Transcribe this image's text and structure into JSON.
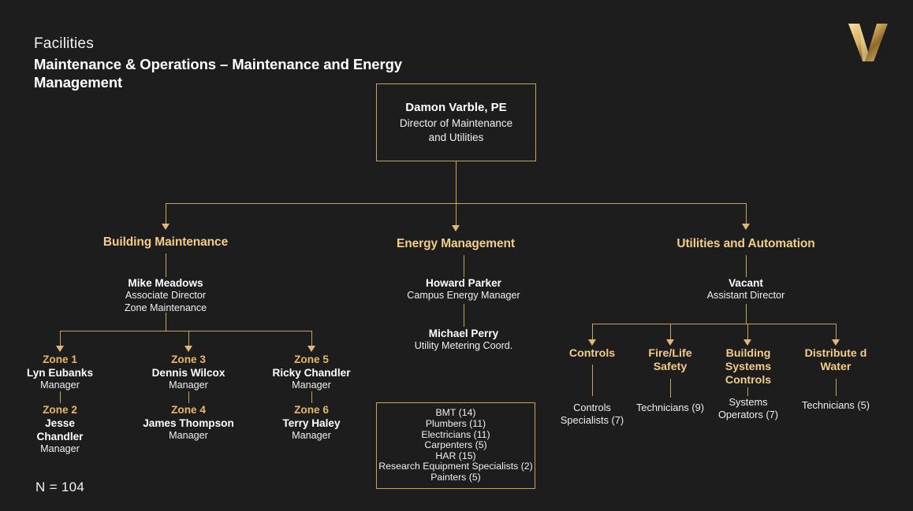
{
  "header": {
    "eyebrow": "Facilities",
    "title": "Maintenance & Operations – Maintenance and Energy Management"
  },
  "logo": {
    "name": "vanderbilt-v-logo",
    "letter": "V"
  },
  "colors": {
    "background": "#1d1d1d",
    "gold": "#f3cd87",
    "gold_line": "#c9a25c",
    "white": "#ffffff"
  },
  "director": {
    "name": "Damon Varble, PE",
    "title_line1": "Director of Maintenance",
    "title_line2": "and Utilities"
  },
  "branches": [
    {
      "header": "Building Maintenance",
      "lead_name": "Mike Meadows",
      "lead_title_line1": "Associate Director",
      "lead_title_line2": "Zone Maintenance"
    },
    {
      "header": "Energy Management",
      "lead_name": "Howard Parker",
      "lead_title_line1": "Campus Energy Manager",
      "second_name": "Michael Perry",
      "second_title": "Utility Metering Coord."
    },
    {
      "header": "Utilities and Automation",
      "lead_name": "Vacant",
      "lead_title_line1": "Assistant Director"
    }
  ],
  "zones": [
    {
      "zone": "Zone 1",
      "name": "Lyn Eubanks",
      "title": "Manager"
    },
    {
      "zone": "Zone 2",
      "name": "Jesse Chandler",
      "title": "Manager"
    },
    {
      "zone": "Zone 3",
      "name": "Dennis Wilcox",
      "title": "Manager"
    },
    {
      "zone": "Zone 4",
      "name": "James Thompson",
      "title": "Manager"
    },
    {
      "zone": "Zone 5",
      "name": "Ricky Chandler",
      "title": "Manager"
    },
    {
      "zone": "Zone 6",
      "name": "Terry Haley",
      "title": "Manager"
    }
  ],
  "staffing_box": {
    "lines": [
      "BMT (14)",
      "Plumbers (11)",
      "Electricians (11)",
      "Carpenters (5)",
      "HAR (15)",
      "Research Equipment Specialists (2)",
      "Painters (5)"
    ]
  },
  "utilities_units": [
    {
      "label": "Controls",
      "staff_line1": "Controls",
      "staff_line2": "Specialists (7)"
    },
    {
      "label": "Fire/Life Safety",
      "staff_line1": "Technicians (9)",
      "staff_line2": ""
    },
    {
      "label": "Building Systems Controls",
      "staff_line1": "Systems",
      "staff_line2": "Operators (7)"
    },
    {
      "label": "Distribute d Water",
      "staff_line1": "Technicians (5)",
      "staff_line2": ""
    }
  ],
  "footer": {
    "total": "N = 104"
  }
}
